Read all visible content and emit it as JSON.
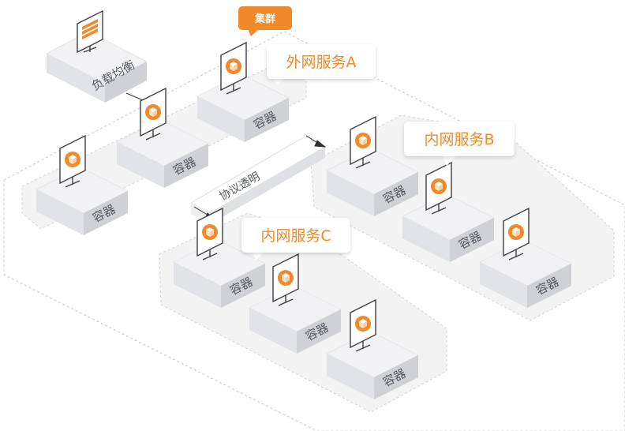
{
  "cluster": {
    "badge": "集群"
  },
  "load_balancer": {
    "label": "负载均衡"
  },
  "protocol": {
    "label": "协议透明"
  },
  "groups": [
    {
      "label": "外网服务A",
      "containers": [
        "容器",
        "容器",
        "容器"
      ]
    },
    {
      "label": "内网服务B",
      "containers": [
        "容器",
        "容器",
        "容器"
      ]
    },
    {
      "label": "内网服务C",
      "containers": [
        "容器",
        "容器",
        "容器"
      ]
    }
  ],
  "colors": {
    "accent": "#f08a2a",
    "box_top": "#f2f2f4",
    "box_left": "#e2e3e6",
    "box_right": "#cfd1d5",
    "platform": "#f3f3f4"
  },
  "icons": {
    "monitor": "monitor-icon",
    "cube": "cube-icon",
    "server": "server-icon"
  }
}
